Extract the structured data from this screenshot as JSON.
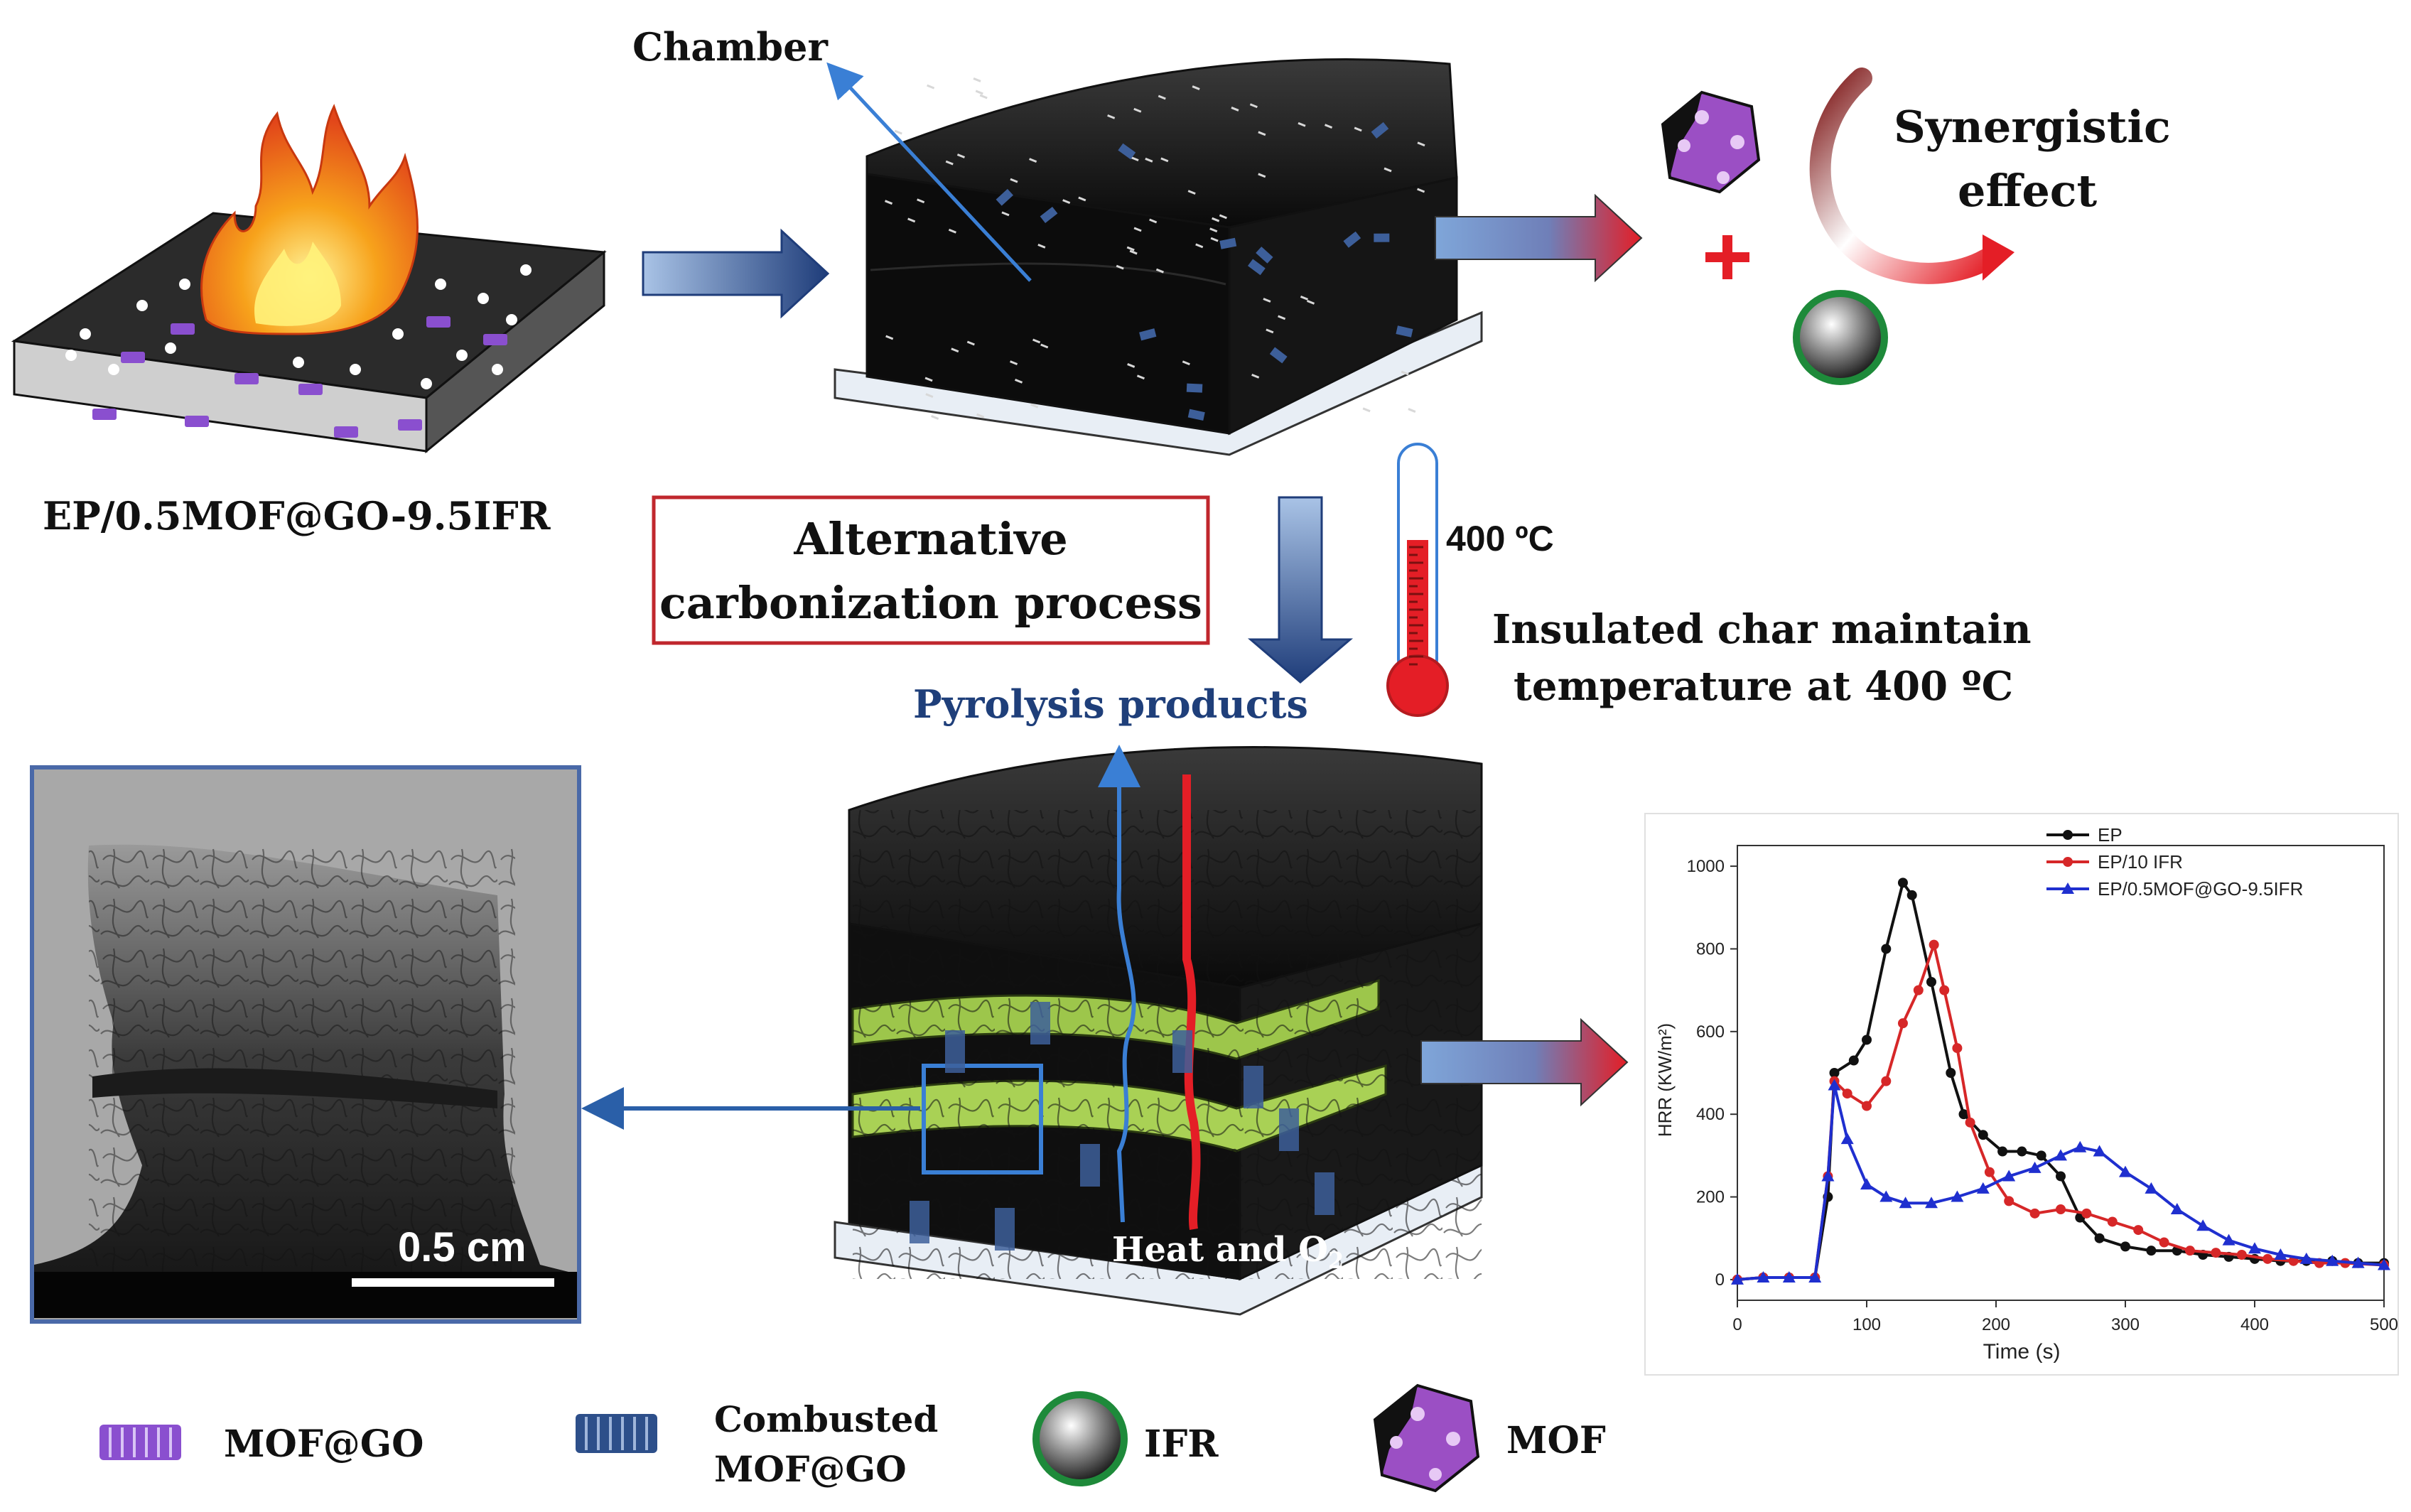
{
  "labels": {
    "chamber": "Chamber",
    "sample_name": "EP/0.5MOF@GO-9.5IFR",
    "synergistic_line1": "Synergistic",
    "synergistic_line2": "effect",
    "process_line1": "Alternative",
    "process_line2": "carbonization process",
    "temperature": "400 ºC",
    "insulated_line1": "Insulated char maintain",
    "insulated_line2": "temperature at 400 ºC",
    "pyrolysis": "Pyrolysis products",
    "heat_o2": "Heat and O",
    "heat_o2_sub": "2",
    "scale_bar": "0.5 cm"
  },
  "legend": [
    {
      "label": "MOF@GO",
      "icon": "mof-go-sheet-icon"
    },
    {
      "label_line1": "Combusted",
      "label_line2": "MOF@GO",
      "icon": "combusted-mof-go-sheet-icon"
    },
    {
      "label": "IFR",
      "icon": "ifr-sphere-icon"
    },
    {
      "label": "MOF",
      "icon": "mof-hexagon-icon"
    }
  ],
  "colors": {
    "process_box_border": "#c0272d",
    "chamber_arrow": "#3a7fd5",
    "pyrolysis_text": "#1f3f7a",
    "heat_line": "#e41e26",
    "mof_purple": "#9b4fc4",
    "ifr_green": "#1e8a3a",
    "flame_orange": "#f28c1c"
  },
  "chart_data": {
    "type": "line",
    "xlabel": "Time (s)",
    "ylabel": "HRR (KW/m²)",
    "xlim": [
      0,
      500
    ],
    "ylim": [
      -50,
      1050
    ],
    "xticks": [
      0,
      100,
      200,
      300,
      400,
      500
    ],
    "yticks": [
      0,
      200,
      400,
      600,
      800,
      1000
    ],
    "legend_position": "top-right",
    "series": [
      {
        "name": "EP",
        "color": "#111111",
        "marker": "circle",
        "points": [
          [
            0,
            0
          ],
          [
            20,
            5
          ],
          [
            40,
            5
          ],
          [
            60,
            5
          ],
          [
            70,
            200
          ],
          [
            75,
            500
          ],
          [
            90,
            530
          ],
          [
            100,
            580
          ],
          [
            115,
            800
          ],
          [
            128,
            960
          ],
          [
            135,
            930
          ],
          [
            150,
            720
          ],
          [
            165,
            500
          ],
          [
            175,
            400
          ],
          [
            190,
            350
          ],
          [
            205,
            310
          ],
          [
            220,
            310
          ],
          [
            235,
            300
          ],
          [
            250,
            250
          ],
          [
            265,
            150
          ],
          [
            280,
            100
          ],
          [
            300,
            80
          ],
          [
            320,
            70
          ],
          [
            340,
            70
          ],
          [
            360,
            60
          ],
          [
            380,
            55
          ],
          [
            400,
            50
          ],
          [
            420,
            45
          ],
          [
            440,
            45
          ],
          [
            460,
            45
          ],
          [
            480,
            40
          ],
          [
            500,
            40
          ]
        ]
      },
      {
        "name": "EP/10 IFR",
        "color": "#d62728",
        "marker": "circle",
        "points": [
          [
            0,
            0
          ],
          [
            20,
            5
          ],
          [
            40,
            5
          ],
          [
            60,
            5
          ],
          [
            70,
            250
          ],
          [
            75,
            480
          ],
          [
            85,
            450
          ],
          [
            100,
            420
          ],
          [
            115,
            480
          ],
          [
            128,
            620
          ],
          [
            140,
            700
          ],
          [
            152,
            810
          ],
          [
            160,
            700
          ],
          [
            170,
            560
          ],
          [
            180,
            380
          ],
          [
            195,
            260
          ],
          [
            210,
            190
          ],
          [
            230,
            160
          ],
          [
            250,
            170
          ],
          [
            270,
            160
          ],
          [
            290,
            140
          ],
          [
            310,
            120
          ],
          [
            330,
            90
          ],
          [
            350,
            70
          ],
          [
            370,
            65
          ],
          [
            390,
            60
          ],
          [
            410,
            50
          ],
          [
            430,
            45
          ],
          [
            450,
            40
          ],
          [
            470,
            40
          ],
          [
            500,
            35
          ]
        ]
      },
      {
        "name": "EP/0.5MOF@GO-9.5IFR",
        "color": "#1f2fcf",
        "marker": "triangle",
        "points": [
          [
            0,
            0
          ],
          [
            20,
            5
          ],
          [
            40,
            5
          ],
          [
            60,
            5
          ],
          [
            70,
            250
          ],
          [
            75,
            470
          ],
          [
            85,
            340
          ],
          [
            100,
            230
          ],
          [
            115,
            200
          ],
          [
            130,
            185
          ],
          [
            150,
            185
          ],
          [
            170,
            200
          ],
          [
            190,
            220
          ],
          [
            210,
            250
          ],
          [
            230,
            270
          ],
          [
            250,
            300
          ],
          [
            265,
            320
          ],
          [
            280,
            310
          ],
          [
            300,
            260
          ],
          [
            320,
            220
          ],
          [
            340,
            170
          ],
          [
            360,
            130
          ],
          [
            380,
            95
          ],
          [
            400,
            75
          ],
          [
            420,
            60
          ],
          [
            440,
            50
          ],
          [
            460,
            45
          ],
          [
            480,
            40
          ],
          [
            500,
            35
          ]
        ]
      }
    ]
  }
}
